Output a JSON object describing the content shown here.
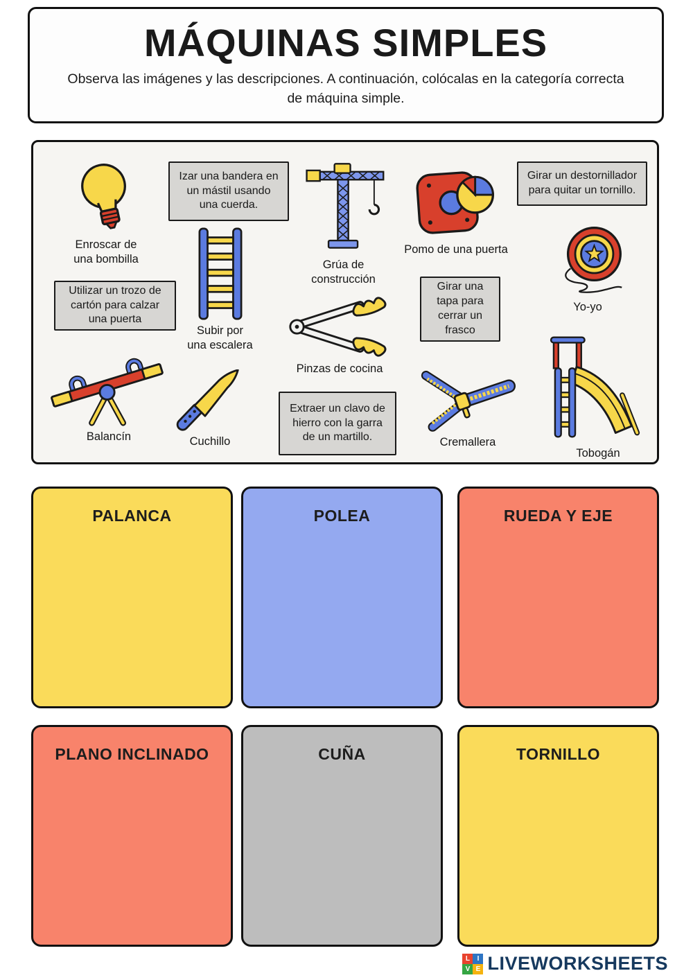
{
  "header": {
    "title": "MÁQUINAS SIMPLES",
    "subtitle": "Observa las imágenes y las descripciones. A continuación, colócalas en la categoría correcta de máquina simple."
  },
  "bank": {
    "cards": [
      {
        "text": "Izar una bandera en un mástil usando una cuerda."
      },
      {
        "text": "Girar un destornillador para quitar un tornillo."
      },
      {
        "text": "Utilizar un trozo de cartón para calzar una puerta"
      },
      {
        "text": "Girar una tapa para cerrar un frasco"
      },
      {
        "text": "Extraer un clavo de hierro con la garra de un martillo."
      }
    ],
    "pictures": [
      {
        "label": "Enroscar de una bombilla",
        "icon": "lightbulb-icon"
      },
      {
        "label": "Grúa de construcción",
        "icon": "crane-icon"
      },
      {
        "label": "Pomo de una puerta",
        "icon": "doorknob-icon"
      },
      {
        "label": "Yo-yo",
        "icon": "yoyo-icon"
      },
      {
        "label": "Subir por una escalera",
        "icon": "ladder-icon"
      },
      {
        "label": "Pinzas de cocina",
        "icon": "tongs-icon"
      },
      {
        "label": "Balancín",
        "icon": "seesaw-icon"
      },
      {
        "label": "Cuchillo",
        "icon": "knife-icon"
      },
      {
        "label": "Cremallera",
        "icon": "zipper-icon"
      },
      {
        "label": "Tobogán",
        "icon": "slide-icon"
      }
    ]
  },
  "categories": [
    {
      "label": "PALANCA",
      "color": "#FADB5A"
    },
    {
      "label": "POLEA",
      "color": "#94A9F0"
    },
    {
      "label": "RUEDA Y EJE",
      "color": "#F8836B"
    },
    {
      "label": "PLANO INCLINADO",
      "color": "#F8836B"
    },
    {
      "label": "CUÑA",
      "color": "#BDBDBD"
    },
    {
      "label": "TORNILLO",
      "color": "#FADB5A"
    }
  ],
  "palette": {
    "item_yellow": "#F7D74A",
    "item_red": "#D8402C",
    "item_blue": "#5B7BE0",
    "item_light_blue": "#7D96EC",
    "card_gray": "#D7D6D3",
    "outline": "#1A1A1A"
  },
  "footer": {
    "brand": "LIVEWORKSHEETS",
    "logo_letters": [
      "L",
      "I",
      "V",
      "E"
    ]
  }
}
